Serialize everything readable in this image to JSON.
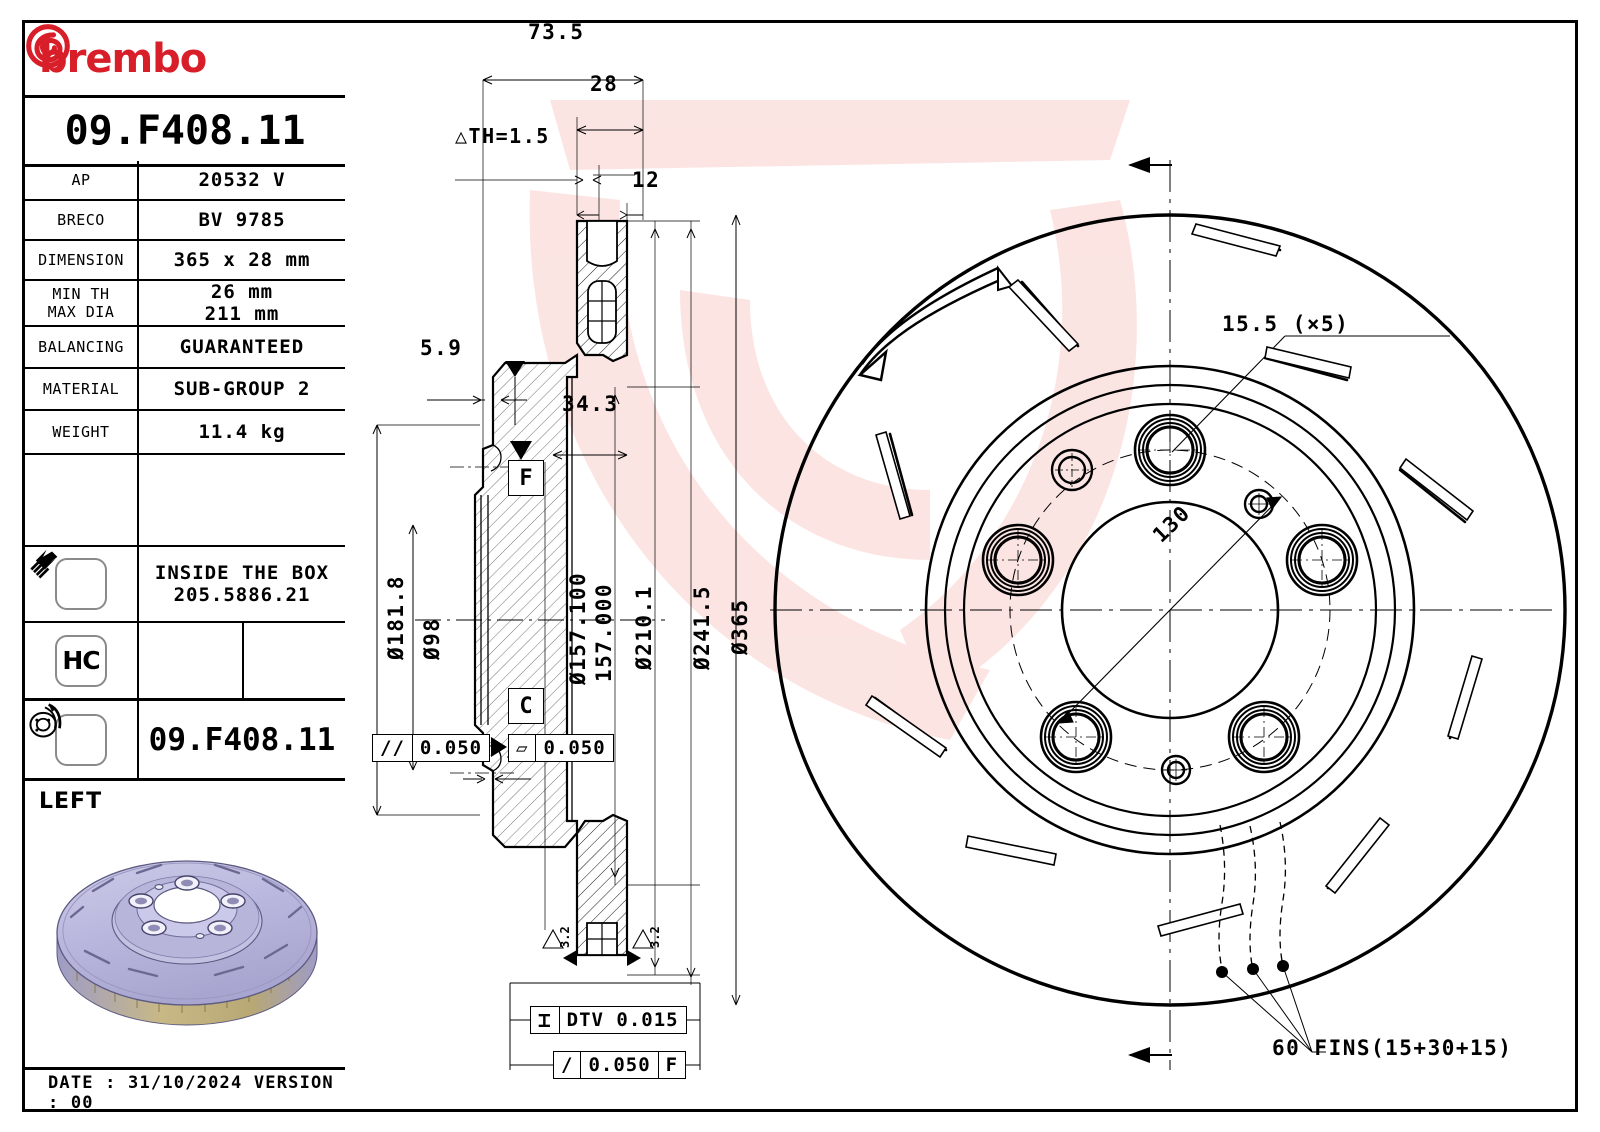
{
  "brand": {
    "name": "brembo",
    "logo_color": "#d81e28",
    "logo_icon": "brembo-circle-b-icon"
  },
  "part": {
    "code": "09.F408.11",
    "code_repeat": "09.F408.11",
    "side": "LEFT"
  },
  "spec_rows": [
    {
      "label": "AP",
      "value": "20532 V"
    },
    {
      "label": "BRECO",
      "value": "BV 9785"
    },
    {
      "label": "DIMENSION",
      "value": "365 x 28 mm"
    },
    {
      "label": "MIN TH",
      "label2": "MAX DIA",
      "value": "26  mm",
      "value2": "211  mm"
    },
    {
      "label": "BALANCING",
      "value": "GUARANTEED"
    },
    {
      "label": "MATERIAL",
      "value": "SUB-GROUP 2"
    },
    {
      "label": "WEIGHT",
      "value": "11.4 kg"
    },
    {
      "label": "",
      "value": ""
    }
  ],
  "accessory": {
    "icon": "screw-icon",
    "line1": "INSIDE THE BOX",
    "line2": "205.5886.21"
  },
  "hc_badge": {
    "icon": "hc-icon",
    "text": "HC"
  },
  "disc_badge": {
    "icon": "brake-disc-icon",
    "code": "09.F408.11"
  },
  "preview": {
    "icon": "brake-disc-3d-render",
    "caption": "LEFT"
  },
  "footer": {
    "text": "DATE : 31/10/2024 VERSION : 00"
  },
  "section_view": {
    "overall_width": "73.5",
    "disc_thickness": "28",
    "th_tolerance": "△TH=1.5",
    "slot_width": "12",
    "hat_offset": "5.9",
    "pad_band": "34.3",
    "dia_181_8": "Ø181.8",
    "dia_98": "Ø98",
    "dia_157": "Ø157.100",
    "dia_157_low": "157.000",
    "dia_210_1": "Ø210.1",
    "dia_241_5": "Ø241.5",
    "dia_365": "Ø365",
    "datum_f": "F",
    "datum_c": "C",
    "roughness_left": "3.2",
    "roughness_right": "3.2",
    "tol_parallel": {
      "symbol": "//",
      "value": "0.050"
    },
    "tol_flatness": {
      "symbol": "▱",
      "value": "0.050"
    },
    "tol_dtv": {
      "symbol": "⌶",
      "value": "DTV 0.015"
    },
    "tol_runout": {
      "symbol": "/",
      "value": "0.050",
      "datum": "F"
    }
  },
  "front_view": {
    "bolt_hole_note": "15.5 (×5)",
    "pcd": "130",
    "fins_note": "60 FINS(15+30+15)",
    "rotation_arrow": "rotation-direction-arrow",
    "slots_count": 10,
    "bolt_holes_count": 5
  }
}
